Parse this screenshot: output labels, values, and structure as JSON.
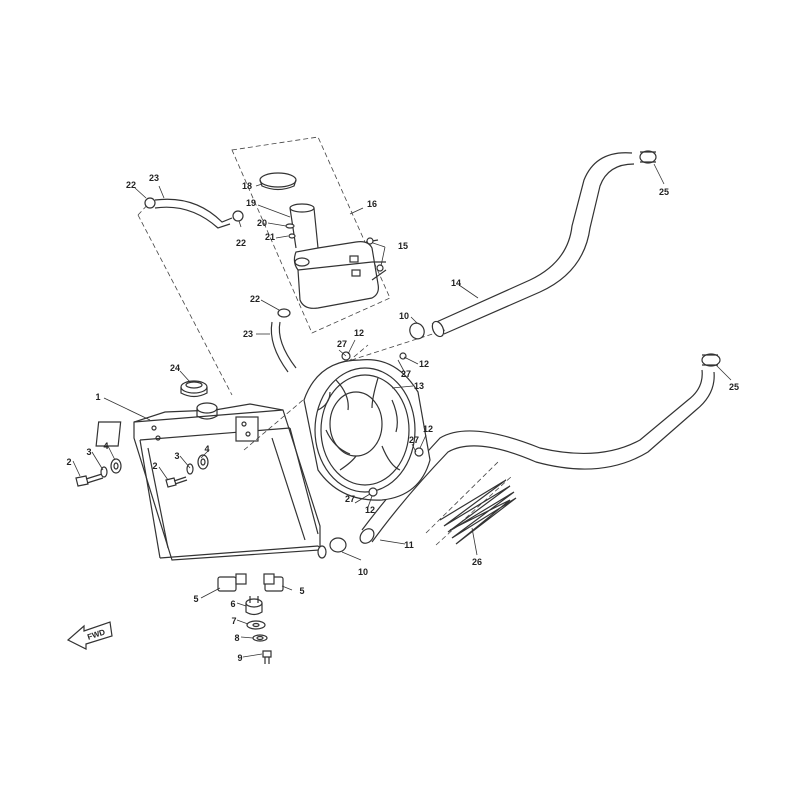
{
  "diagram": {
    "callouts": {
      "c1": "1",
      "c2a": "2",
      "c2b": "2",
      "c3a": "3",
      "c3b": "3",
      "c4a": "4",
      "c4b": "4",
      "c5a": "5",
      "c5b": "5",
      "c6": "6",
      "c7": "7",
      "c8": "8",
      "c9": "9",
      "c10a": "10",
      "c10b": "10",
      "c11": "11",
      "c12a": "12",
      "c12b": "12",
      "c12c": "12",
      "c12d": "12",
      "c13": "13",
      "c14": "14",
      "c15": "15",
      "c16": "16",
      "c18": "18",
      "c19": "19",
      "c20": "20",
      "c21": "21",
      "c22a": "22",
      "c22b": "22",
      "c22c": "22",
      "c23a": "23",
      "c23b": "23",
      "c24": "24",
      "c25a": "25",
      "c25b": "25",
      "c26": "26",
      "c27a": "27",
      "c27b": "27",
      "c27c": "27",
      "c27d": "27"
    },
    "fwd_label": "FWD"
  }
}
